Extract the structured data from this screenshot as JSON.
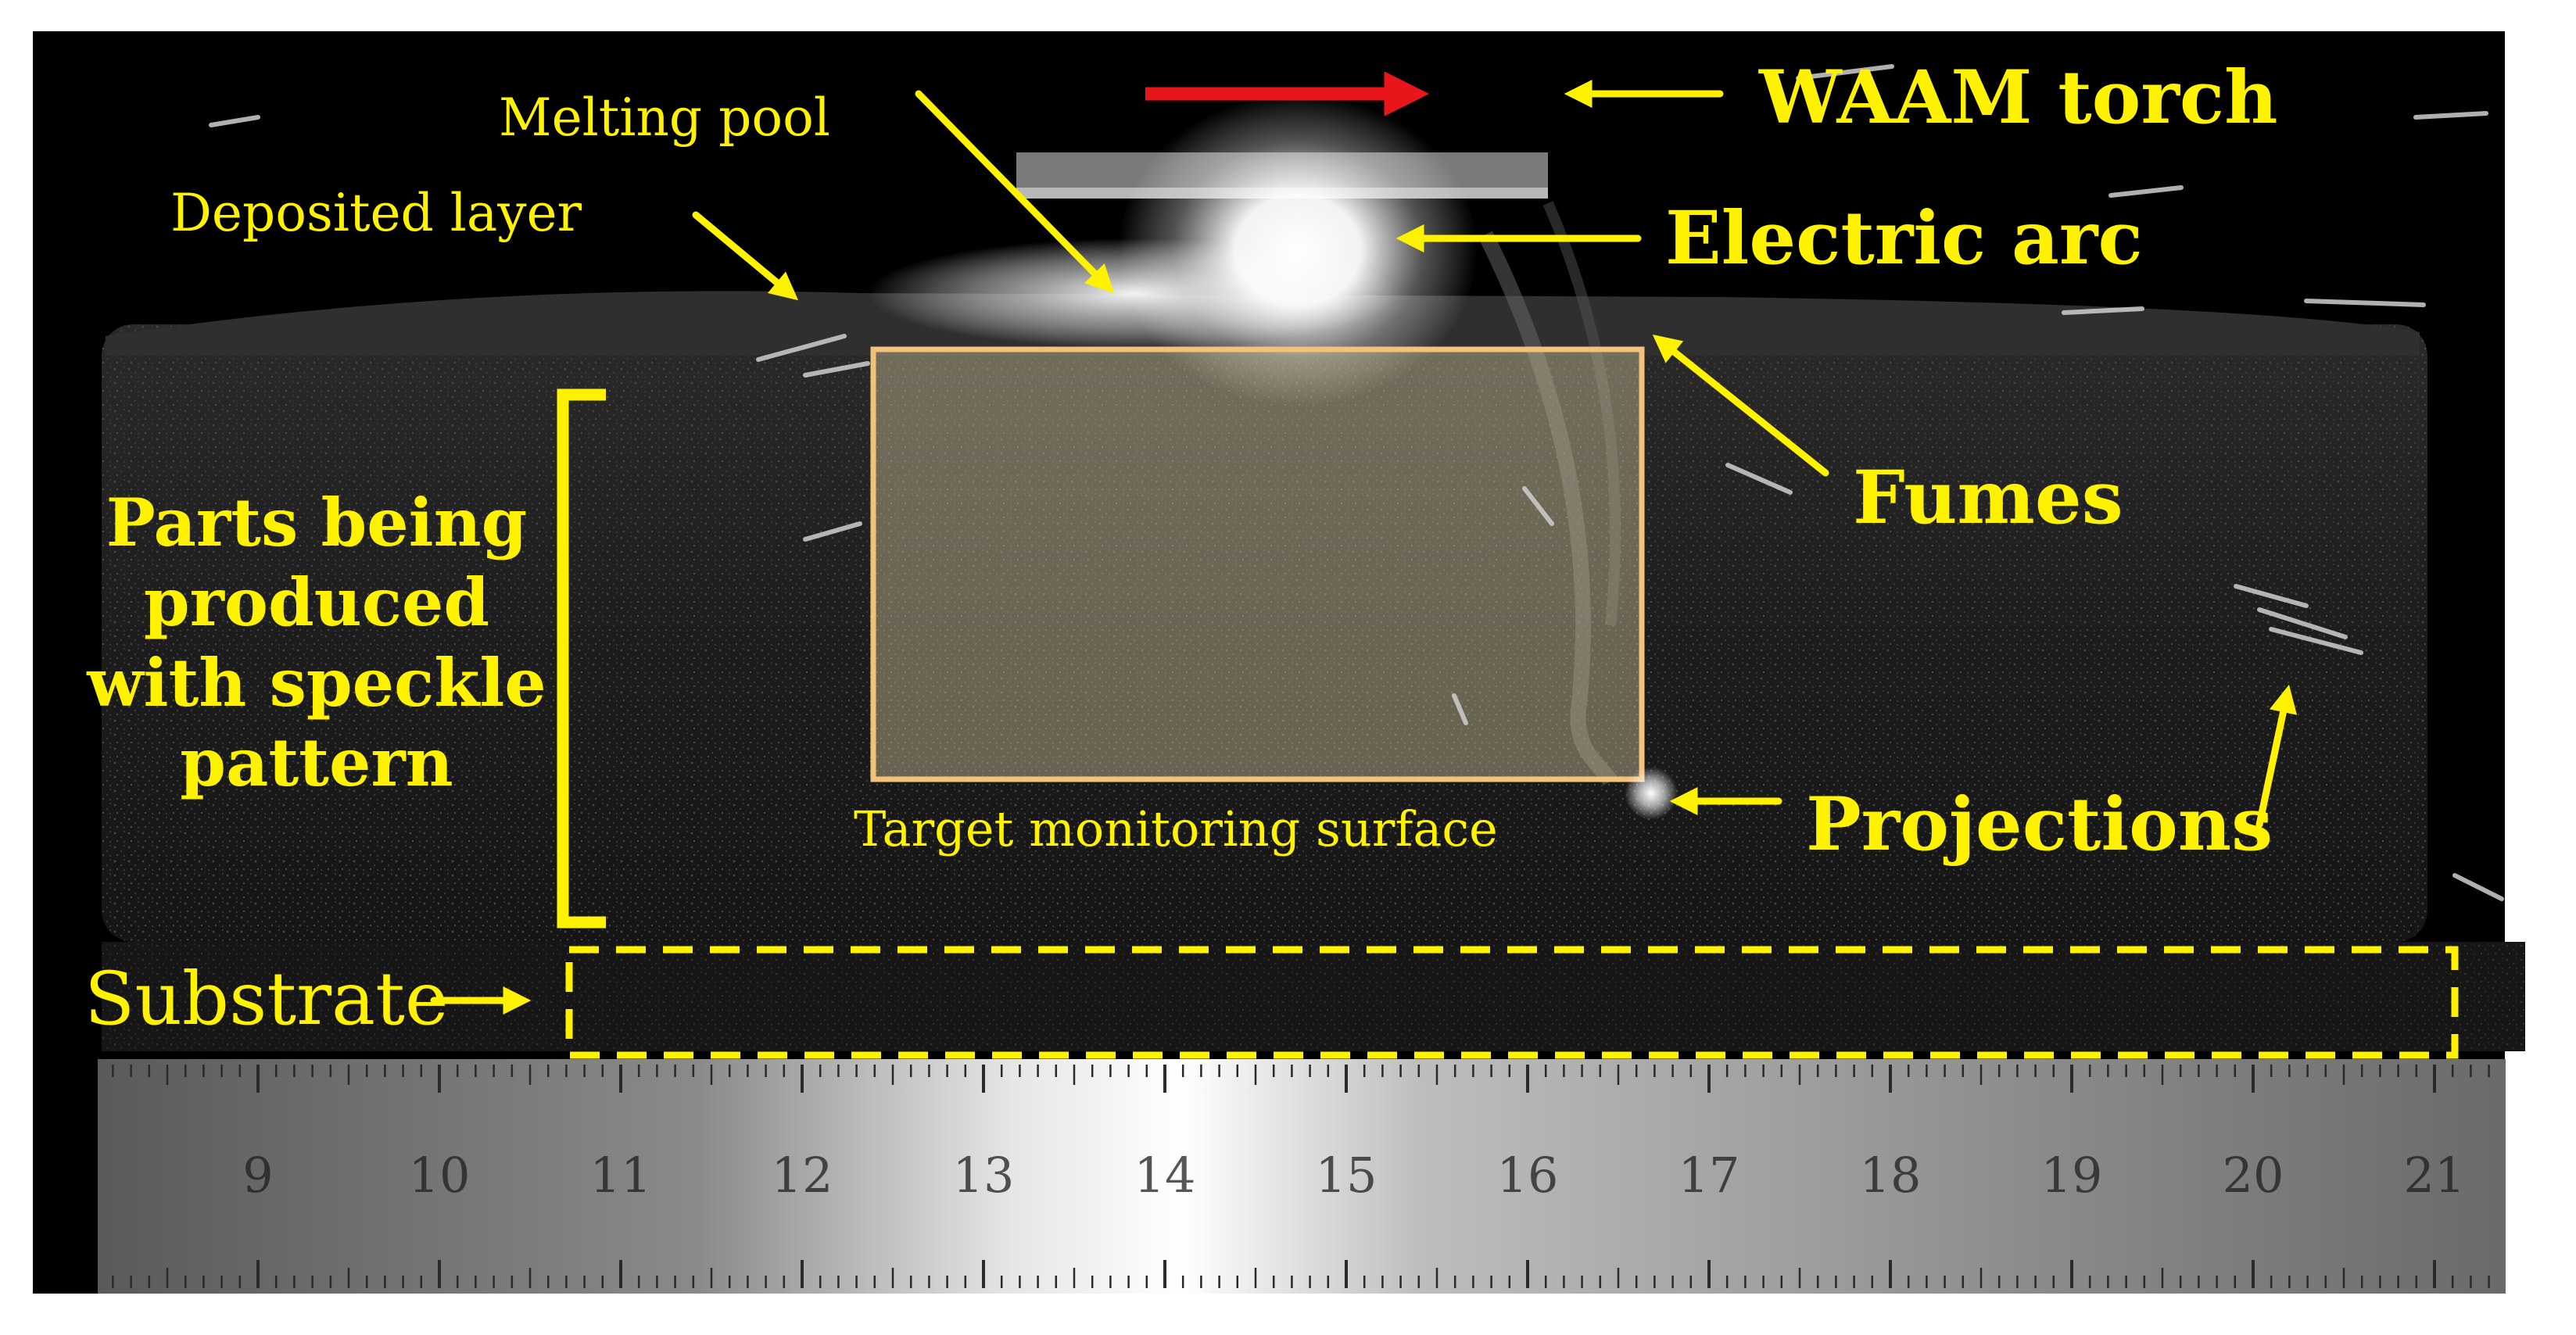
{
  "colors": {
    "annotation": "#fff200",
    "travel_arrow": "#e8151b",
    "target_box_fill": "#d6c8a0",
    "target_box_stroke": "#f2c27a",
    "background": "#000000",
    "ruler": "#9c9c9c"
  },
  "labels": {
    "waam_torch": "WAAM torch",
    "melting_pool": "Melting pool",
    "deposited_layer": "Deposited layer",
    "electric_arc": "Electric arc",
    "fumes": "Fumes",
    "parts": "Parts being\nproduced\nwith speckle\npattern",
    "target_surface": "Target monitoring surface",
    "projections": "Projections",
    "substrate": "Substrate"
  },
  "ruler": {
    "ticks": [
      "9",
      "10",
      "11",
      "12",
      "13",
      "14",
      "15",
      "16",
      "17",
      "18",
      "19",
      "20",
      "21"
    ]
  }
}
